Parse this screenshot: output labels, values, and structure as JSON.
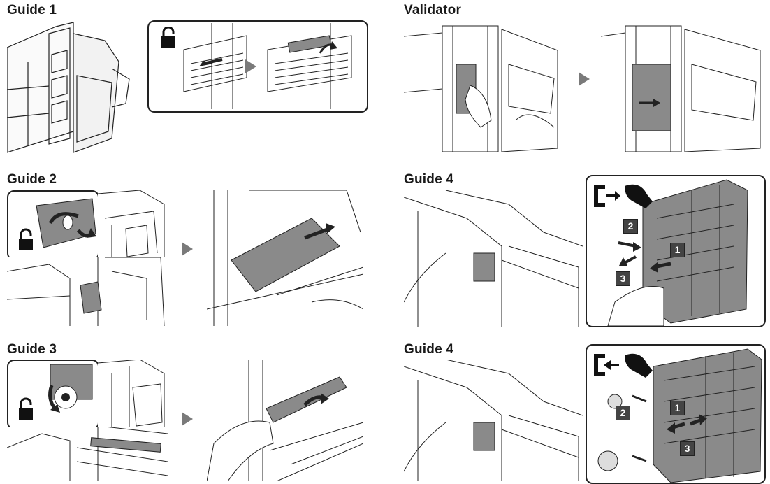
{
  "sections": [
    {
      "title": "Guide 1"
    },
    {
      "title": "Validator"
    },
    {
      "title": "Guide 2"
    },
    {
      "title": "Guide 4"
    },
    {
      "title": "Guide 3"
    },
    {
      "title": "Guide 4"
    }
  ],
  "step_badges": {
    "one": "1",
    "two": "2",
    "three": "3"
  },
  "icons": {
    "unlock": "unlock-icon",
    "next": "next-step-arrow-icon",
    "pull": "pull-out-hand-icon"
  },
  "colors": {
    "text": "#1a1a1a",
    "line": "#222222",
    "gray_part": "#8a8a8a",
    "arrow": "#7a7a7a"
  }
}
